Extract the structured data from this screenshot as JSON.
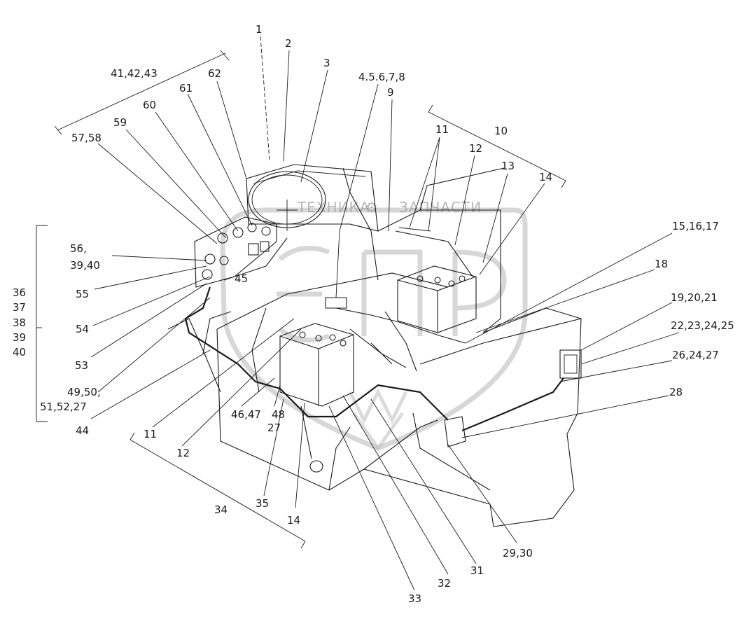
{
  "watermark": {
    "left_word": "ТЕХНИКА",
    "right_word": "ЗАПЧАСТИ",
    "gear_glyph": "⚙"
  },
  "callouts": {
    "c1": "1",
    "c2": "2",
    "c3": "3",
    "c4": "4.5.6,7,8",
    "c9": "9",
    "c10": "10",
    "c11a": "11",
    "c11b": "11",
    "c12a": "12",
    "c12b": "12",
    "c13": "13",
    "c14a": "14",
    "c14b": "14",
    "c15": "15,16,17",
    "c18": "18",
    "c19": "19,20,21",
    "c22": "22,23,24,25",
    "c26": "26,24,27",
    "c27": "27",
    "c28": "28",
    "c29": "29,30",
    "c31": "31",
    "c32": "32",
    "c33": "33",
    "c34": "34",
    "c35": "35",
    "c36": "36",
    "c37": "37",
    "c38": "38",
    "c39": "39",
    "c40": "40",
    "c41": "41,42,43",
    "c44": "44",
    "c45": "45",
    "c46": "46,47",
    "c48": "48",
    "c49": "49,50,",
    "c51": "51,52,27",
    "c53": "53",
    "c54": "54",
    "c55": "55",
    "c56a": "56,",
    "c56b": "39,40",
    "c57": "57,58",
    "c59": "59",
    "c60": "60",
    "c61": "61",
    "c62": "62"
  }
}
